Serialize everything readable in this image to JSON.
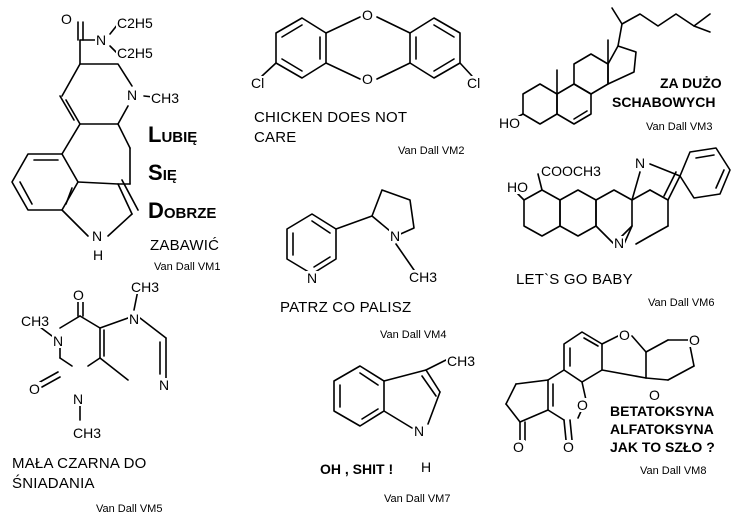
{
  "panels": {
    "vm1": {
      "atoms": [
        "O",
        "N",
        "C2H5",
        "C2H5",
        "N",
        "CH3",
        "N",
        "H"
      ],
      "caption_lines": [
        {
          "initial": "L",
          "rest": "UBIĘ"
        },
        {
          "initial": "S",
          "rest": "IĘ"
        },
        {
          "initial": "D",
          "rest": "OBRZE"
        }
      ],
      "caption_last": "ZABAWIĆ",
      "signature": "Van Dall  VM1"
    },
    "vm2": {
      "atoms": [
        "O",
        "O",
        "Cl",
        "Cl"
      ],
      "caption": [
        "CHICKEN DOES NOT",
        "CARE"
      ],
      "signature": "Van Dall  VM2"
    },
    "vm3": {
      "atoms": [
        "HO"
      ],
      "caption": [
        "ZA DUŻO",
        "SCHABOWYCH"
      ],
      "signature": "Van Dall  VM3"
    },
    "vm4": {
      "atoms": [
        "N",
        "N",
        "CH3"
      ],
      "caption": [
        "PATRZ CO PALISZ"
      ],
      "signature": "Van Dall VM4"
    },
    "vm5": {
      "atoms": [
        "CH3",
        "O",
        "N",
        "CH3",
        "N",
        "N",
        "O",
        "N",
        "CH3"
      ],
      "caption": [
        "MAŁA CZARNA DO",
        "ŚNIADANIA"
      ],
      "signature": "Van Dall  VM5"
    },
    "vm6": {
      "atoms": [
        "COOCH3",
        "HO",
        "N",
        "N"
      ],
      "caption": [
        "LET`S  GO  BABY"
      ],
      "signature": "Van Dall  VM6"
    },
    "vm7": {
      "atoms": [
        "CH3",
        "N",
        "H"
      ],
      "caption": [
        "OH , SHIT  !"
      ],
      "signature": "Van Dall  VM7"
    },
    "vm8": {
      "atoms": [
        "O",
        "O",
        "O",
        "O",
        "O",
        "O"
      ],
      "caption": [
        "BETATOKSYNA",
        "ALFATOKSYNA",
        "JAK TO SZŁO ?"
      ],
      "signature": "Van Dall  VM8"
    }
  }
}
